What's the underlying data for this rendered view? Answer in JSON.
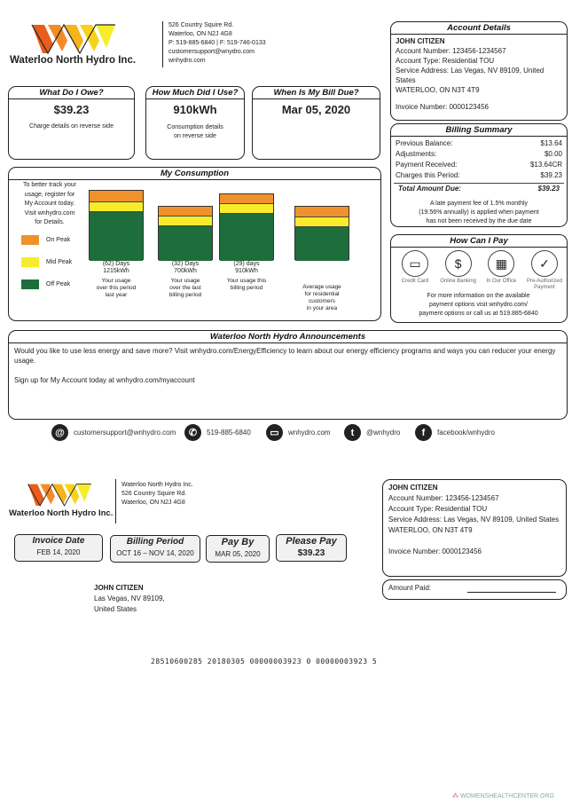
{
  "company": {
    "name": "Waterloo North Hydro Inc.",
    "address1": "526 Country Squire Rd.",
    "address2": "Waterloo, ON N2J 4G8",
    "phone_fax": "P: 519-885-6840 | F: 519-746-0133",
    "email": "customersupport@wnydro.com",
    "web": "wnhydro.com"
  },
  "account": {
    "header": "Account Details",
    "name": "JOHN CITIZEN",
    "number": "Account Number: 123456-1234567",
    "type": "Account Type: Residential TOU",
    "service": "Service Address: Las Vegas, NV 89109, United States",
    "city": "WATERLOO, ON N3T 4T9",
    "invoice": "Invoice Number: 0000123456"
  },
  "owe": {
    "header": "What Do I Owe?",
    "amount": "$39.23",
    "note": "Charge details on reverse side"
  },
  "use": {
    "header": "How Much Did I Use?",
    "amount": "910kWh",
    "note1": "Consumption details",
    "note2": "on reverse side"
  },
  "due": {
    "header": "When Is My Bill Due?",
    "date": "Mar 05, 2020"
  },
  "summary": {
    "header": "Billing Summary",
    "rows": [
      {
        "label": "Previous Balance:",
        "value": "$13.64"
      },
      {
        "label": "Adjustments:",
        "value": "$0.00"
      },
      {
        "label": "Payment Received:",
        "value": "$13.64CR"
      },
      {
        "label": "Charges this Period:",
        "value": "$39.23"
      }
    ],
    "total_label": "Total Amount Due:",
    "total_value": "$39.23",
    "late1": "A late payment fee of 1.5% monthly",
    "late2": "(19.56% annually) is applied when payment",
    "late3": "has not been received by the due date"
  },
  "consumption": {
    "header": "My Consumption",
    "intro": [
      "To better track your",
      "usage, register for",
      "My Account today.",
      "Visit wnhydro.com",
      "for Details."
    ],
    "legend": [
      {
        "label": "On Peak",
        "color": "#f0922b"
      },
      {
        "label": "Mid Peak",
        "color": "#f7ec2a"
      },
      {
        "label": "Off Peak",
        "color": "#1d6e3a"
      }
    ]
  },
  "chart_data": {
    "type": "bar",
    "stacked": true,
    "categories": [
      "Your usage over this period last year",
      "Your usage over the last billing period",
      "Your usage this billing period",
      "Average usage for residential customers in your area"
    ],
    "series": [
      {
        "name": "Off Peak",
        "values": [
          55,
          39,
          53,
          38
        ]
      },
      {
        "name": "Mid Peak",
        "values": [
          11,
          11,
          11,
          11
        ]
      },
      {
        "name": "On Peak",
        "values": [
          13,
          11,
          11,
          12
        ]
      }
    ],
    "bar_labels": [
      {
        "days": "(62) Days",
        "kwh": "1215kWh",
        "desc": [
          "Your usage",
          "over this period",
          "last year"
        ]
      },
      {
        "days": "(32) Days",
        "kwh": "700kWh",
        "desc": [
          "Your usage",
          "over the last",
          "billing period"
        ]
      },
      {
        "days": "(29) days",
        "kwh": "910kWh",
        "desc": [
          "Your usage this",
          "billing period"
        ]
      },
      {
        "days": "",
        "kwh": "",
        "desc": [
          "Average usage",
          "for residential",
          "customers",
          "in your area"
        ]
      }
    ]
  },
  "pay": {
    "header": "How Can I Pay",
    "methods": [
      {
        "label": "Credit Card",
        "icon": "credit-card-icon",
        "glyph": "▭"
      },
      {
        "label": "Online Banking",
        "icon": "online-banking-icon",
        "glyph": "$"
      },
      {
        "label": "In Our Office",
        "icon": "office-register-icon",
        "glyph": "▦"
      },
      {
        "label": "Pre-Authorized Payment",
        "icon": "cheque-icon",
        "glyph": "✓"
      }
    ],
    "more1": "For more information on the available",
    "more2": "payment options visit wnhydro.com/",
    "more3": "payment options or call us at 519.885-6840"
  },
  "announcements": {
    "header": "Waterloo North Hydro Announcements",
    "p1": "Would you like to use less energy and save more? Visit wnhydro.com/EnergyEfficiency to learn about our energy efficiency programs and ways you can reducer your energy usage.",
    "p2": "Sign up for My Account today at wnhydro.com/myaccount"
  },
  "contacts": [
    {
      "icon": "at-icon",
      "glyph": "@",
      "text": "customersupport@wnhydro.com"
    },
    {
      "icon": "phone-icon",
      "glyph": "✆",
      "text": "519-885-6840"
    },
    {
      "icon": "laptop-icon",
      "glyph": "▭",
      "text": "wnhydro.com"
    },
    {
      "icon": "twitter-icon",
      "glyph": "t",
      "text": "@wnhydro"
    },
    {
      "icon": "facebook-icon",
      "glyph": "f",
      "text": "facebook/wnhydro"
    }
  ],
  "stub": {
    "company_name": "Waterloo North Hydro Inc.",
    "co_line1": "Waterloo North Hydro Inc.",
    "co_line2": "526 Country Squire Rd.",
    "co_line3": "Waterloo, ON N2J 4G8",
    "invoice_date_label": "Invoice Date",
    "invoice_date": "FEB 14, 2020",
    "billing_label": "Billing Period",
    "billing_period": "OCT 16 – NOV 14, 2020",
    "payby_label": "Pay By",
    "payby_date": "MAR 05, 2020",
    "please_label": "Please Pay",
    "please_amount": "$39.23",
    "cust_name": "JOHN CITIZEN",
    "cust_addr1": "Las Vegas, NV 89109,",
    "cust_addr2": "United States",
    "amount_paid_label": "Amount Paid:",
    "micr": "28510600285 20180305 00000003923 0 00000003923 5"
  },
  "watermark": "WOMENSHEALTHCENTER.ORG"
}
